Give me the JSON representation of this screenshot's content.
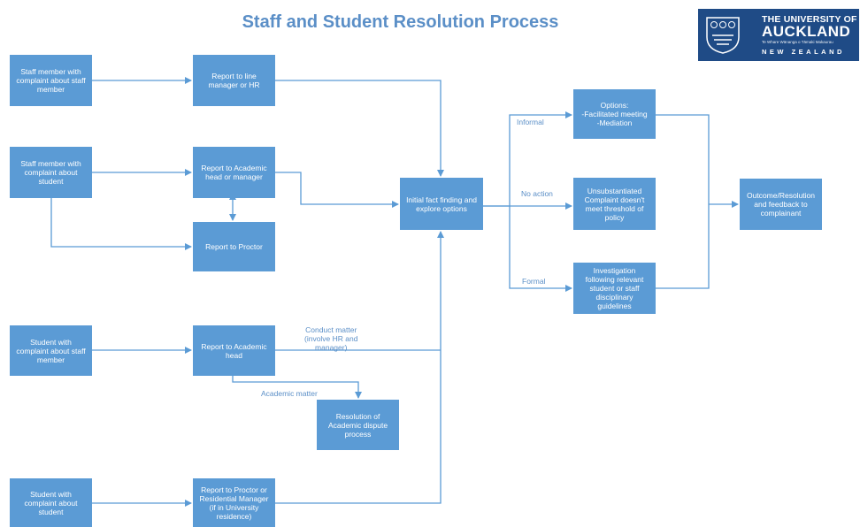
{
  "title": "Staff and Student Resolution Process",
  "logo": {
    "line1": "THE UNIVERSITY OF",
    "line2": "AUCKLAND",
    "line3": "Te Whare Wānanga o Tāmaki Makaurau",
    "line4": "NEW ZEALAND"
  },
  "boxes": {
    "staff_staff": "Staff member with complaint about staff member",
    "staff_student": "Staff member with complaint about student",
    "student_staff": "Student with complaint about staff member",
    "student_student": "Student with complaint about student",
    "report_line_manager": "Report to line manager or HR",
    "report_academic_head_manager": "Report to Academic head or manager",
    "report_proctor": "Report to Proctor",
    "report_academic_head": "Report to Academic head",
    "report_proctor_residential": "Report to Proctor or Residential Manager (if in University residence)",
    "resolution_academic": "Resolution of Academic dispute process",
    "initial_fact_finding": "Initial fact finding and explore options",
    "options": "Options:\n-Facilitated meeting\n-Mediation",
    "unsubstantiated": "Unsubstantiated Complaint  doesn't meet threshold of policy",
    "investigation": "Investigation following relevant student or staff disciplinary guidelines",
    "outcome": "Outcome/Resolution and feedback to complainant"
  },
  "labels": {
    "informal": "Informal",
    "no_action": "No action",
    "formal": "Formal",
    "conduct_matter": "Conduct matter\n(involve HR and\nmanager)",
    "academic_matter": "Academic matter"
  },
  "colors": {
    "box_fill": "#5b9bd5",
    "line": "#5b9bd5",
    "title": "#5b8fc7",
    "logo_bg": "#1f4b86"
  }
}
